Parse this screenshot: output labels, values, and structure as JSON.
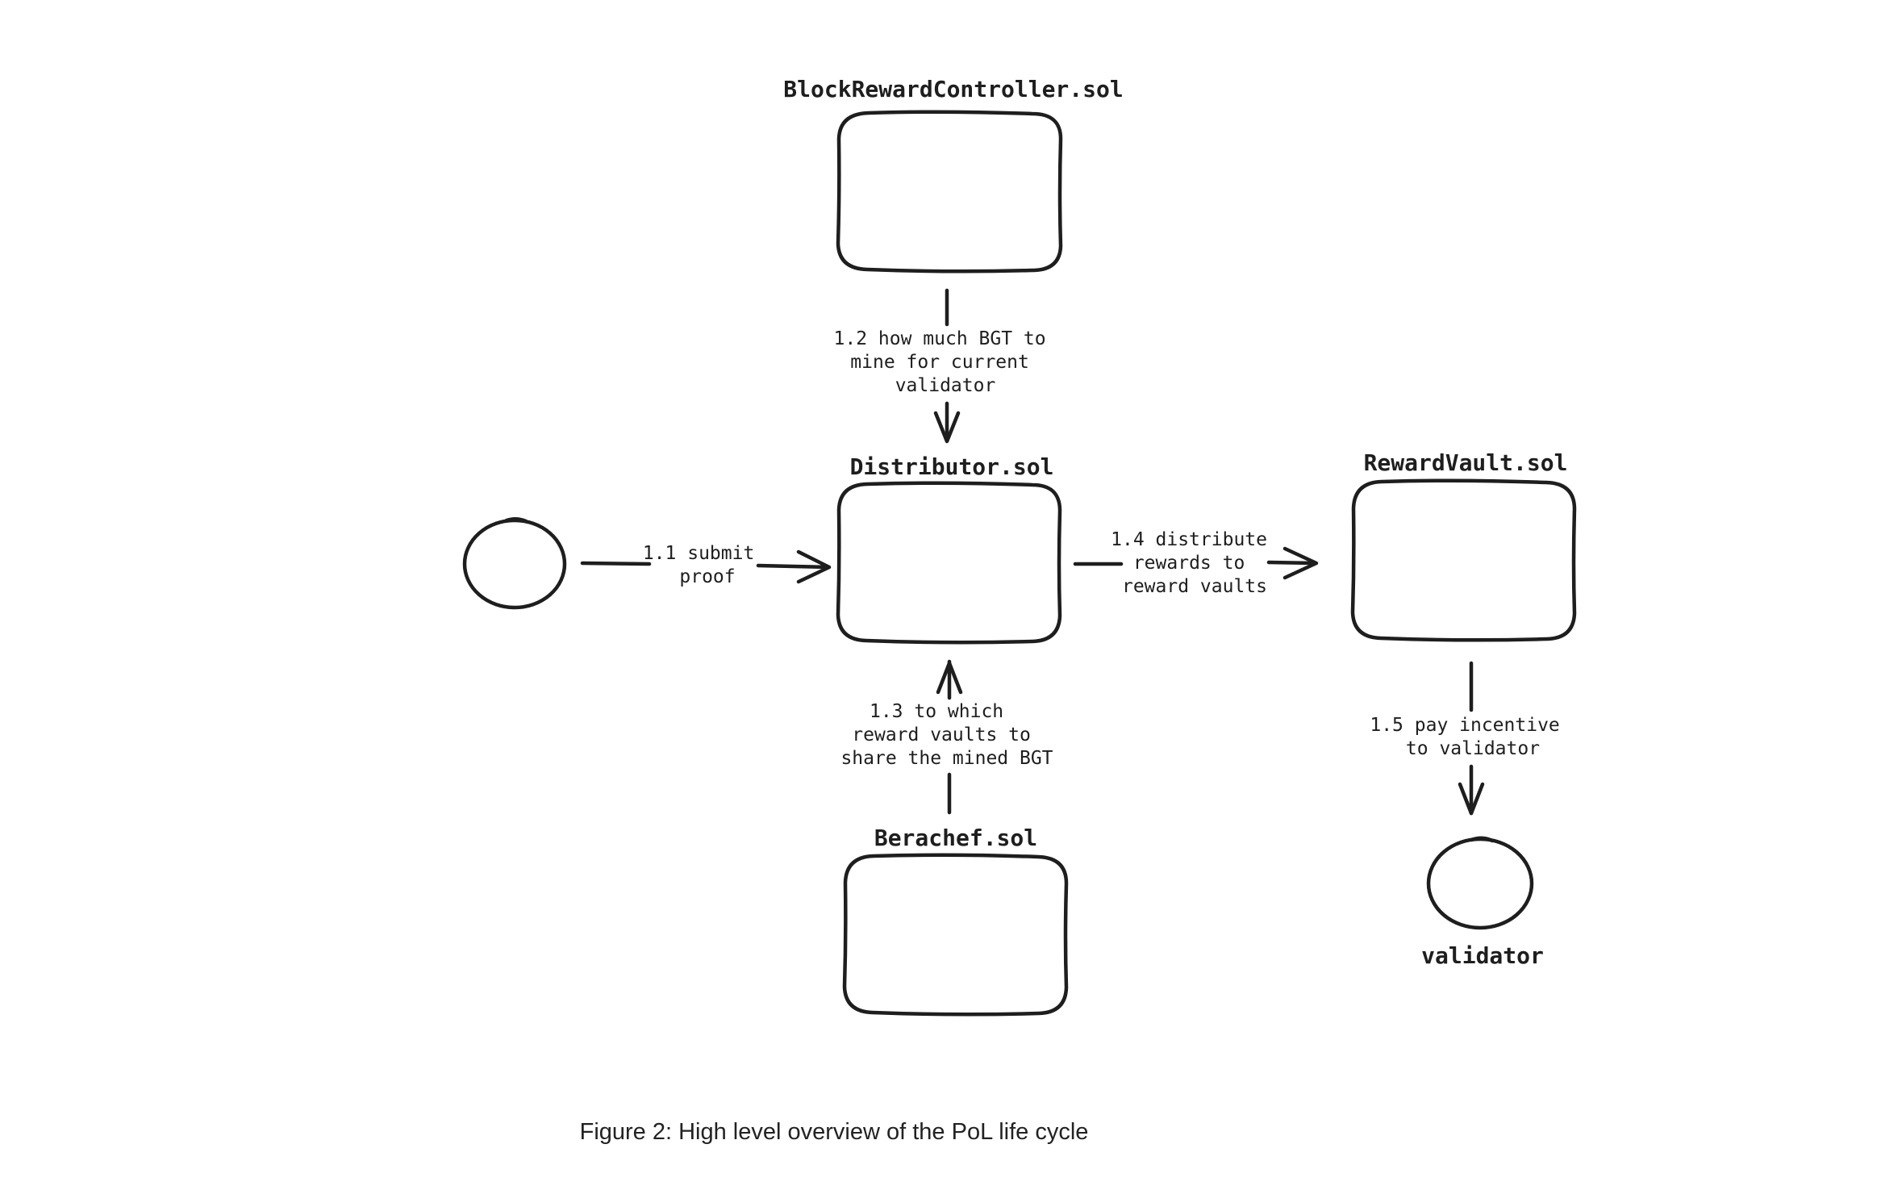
{
  "nodes": {
    "block_reward_controller": {
      "title": "BlockRewardController.sol"
    },
    "distributor": {
      "title": "Distributor.sol"
    },
    "reward_vault": {
      "title": "RewardVault.sol"
    },
    "berachef": {
      "title": "Berachef.sol"
    },
    "submitter": {
      "title": ""
    },
    "validator": {
      "title": "validator"
    }
  },
  "edges": {
    "e1_1": {
      "lines": [
        "1.1 submit",
        "proof"
      ]
    },
    "e1_2": {
      "lines": [
        "1.2 how much BGT to",
        "mine for current",
        "validator"
      ]
    },
    "e1_3": {
      "lines": [
        "1.3 to which",
        "reward vaults to",
        "share the mined BGT"
      ]
    },
    "e1_4": {
      "lines": [
        "1.4 distribute",
        "rewards to",
        "reward vaults"
      ]
    },
    "e1_5": {
      "lines": [
        "1.5 pay incentive",
        "to validator"
      ]
    }
  },
  "caption": "Figure 2: High level overview of the PoL life cycle"
}
